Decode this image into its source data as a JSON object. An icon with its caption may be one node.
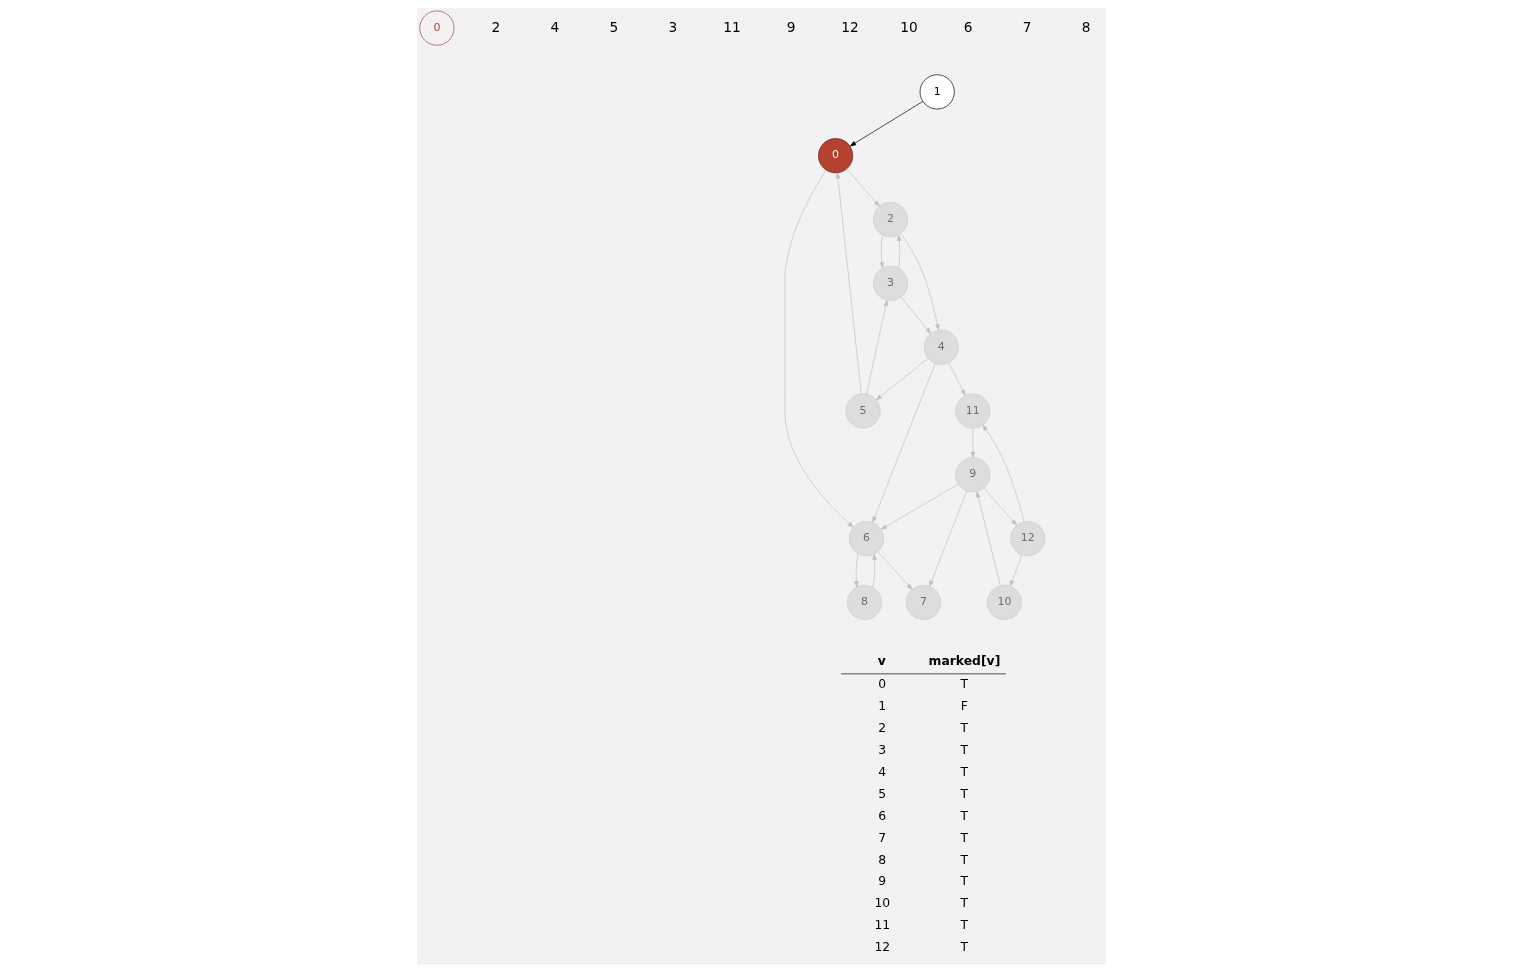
{
  "diagram": {
    "nodes": [
      {
        "text": [
          "0"
        ]
      },
      {
        "text": [
          "1"
        ]
      },
      {
        "text": [
          "2"
        ]
      },
      {
        "text": [
          "3"
        ]
      },
      {
        "text": [
          "4"
        ]
      },
      {
        "text": [
          "5"
        ]
      },
      {
        "text": [
          "6"
        ]
      },
      {
        "text": [
          "7"
        ]
      },
      {
        "text": [
          "8"
        ]
      },
      {
        "text": [
          "9"
        ]
      },
      {
        "text": [
          "10"
        ]
      },
      {
        "text": [
          "11"
        ]
      },
      {
        "text": [
          "12"
        ]
      },
      {
        "text": [
          "0"
        ]
      }
    ],
    "edges": [
      {
        "from": 0,
        "to": 6,
        "arrow": "to"
      },
      {
        "from": 0,
        "to": 2,
        "arrow": "to"
      },
      {
        "from": 1,
        "to": 0,
        "arrow": "to",
        "color": "#000000"
      },
      {
        "from": 5,
        "to": 0,
        "arrow": "to"
      },
      {
        "from": 6,
        "to": 7,
        "arrow": "to"
      },
      {
        "from": 8,
        "to": 6,
        "arrow": "to"
      },
      {
        "from": 6,
        "to": 8,
        "arrow": "to"
      },
      {
        "from": 2,
        "to": 3,
        "arrow": "to"
      },
      {
        "from": 3,
        "to": 2,
        "arrow": "to"
      },
      {
        "from": 2,
        "to": 4,
        "arrow": "to"
      },
      {
        "from": 4,
        "to": 6,
        "arrow": "to"
      },
      {
        "from": 3,
        "to": 4,
        "arrow": "to"
      },
      {
        "from": 5,
        "to": 3,
        "arrow": "to"
      },
      {
        "from": 4,
        "to": 5,
        "arrow": "to"
      },
      {
        "from": 4,
        "to": 11,
        "arrow": "to"
      },
      {
        "from": 9,
        "to": 6,
        "arrow": "to"
      },
      {
        "from": 9,
        "to": 7,
        "arrow": "to"
      },
      {
        "from": 10,
        "to": 9,
        "arrow": "to"
      },
      {
        "from": 9,
        "to": 12,
        "arrow": "to"
      },
      {
        "from": 11,
        "to": 9,
        "arrow": "to"
      },
      {
        "from": 12,
        "to": 11,
        "arrow": "to"
      },
      {
        "from": 12,
        "to": 10,
        "arrow": "to"
      }
    ],
    "labels": [
      "2",
      "4",
      "5",
      "3",
      "11",
      "9",
      "12",
      "10",
      "6",
      "7",
      "8",
      "v",
      "marked[v]",
      "0",
      "T",
      "1",
      "F",
      "2",
      "T",
      "3",
      "T",
      "4",
      "T",
      "5",
      "T",
      "6",
      "T",
      "7",
      "T",
      "8",
      "T",
      "9",
      "T",
      "10",
      "T",
      "11",
      "T",
      "12",
      "T"
    ]
  }
}
